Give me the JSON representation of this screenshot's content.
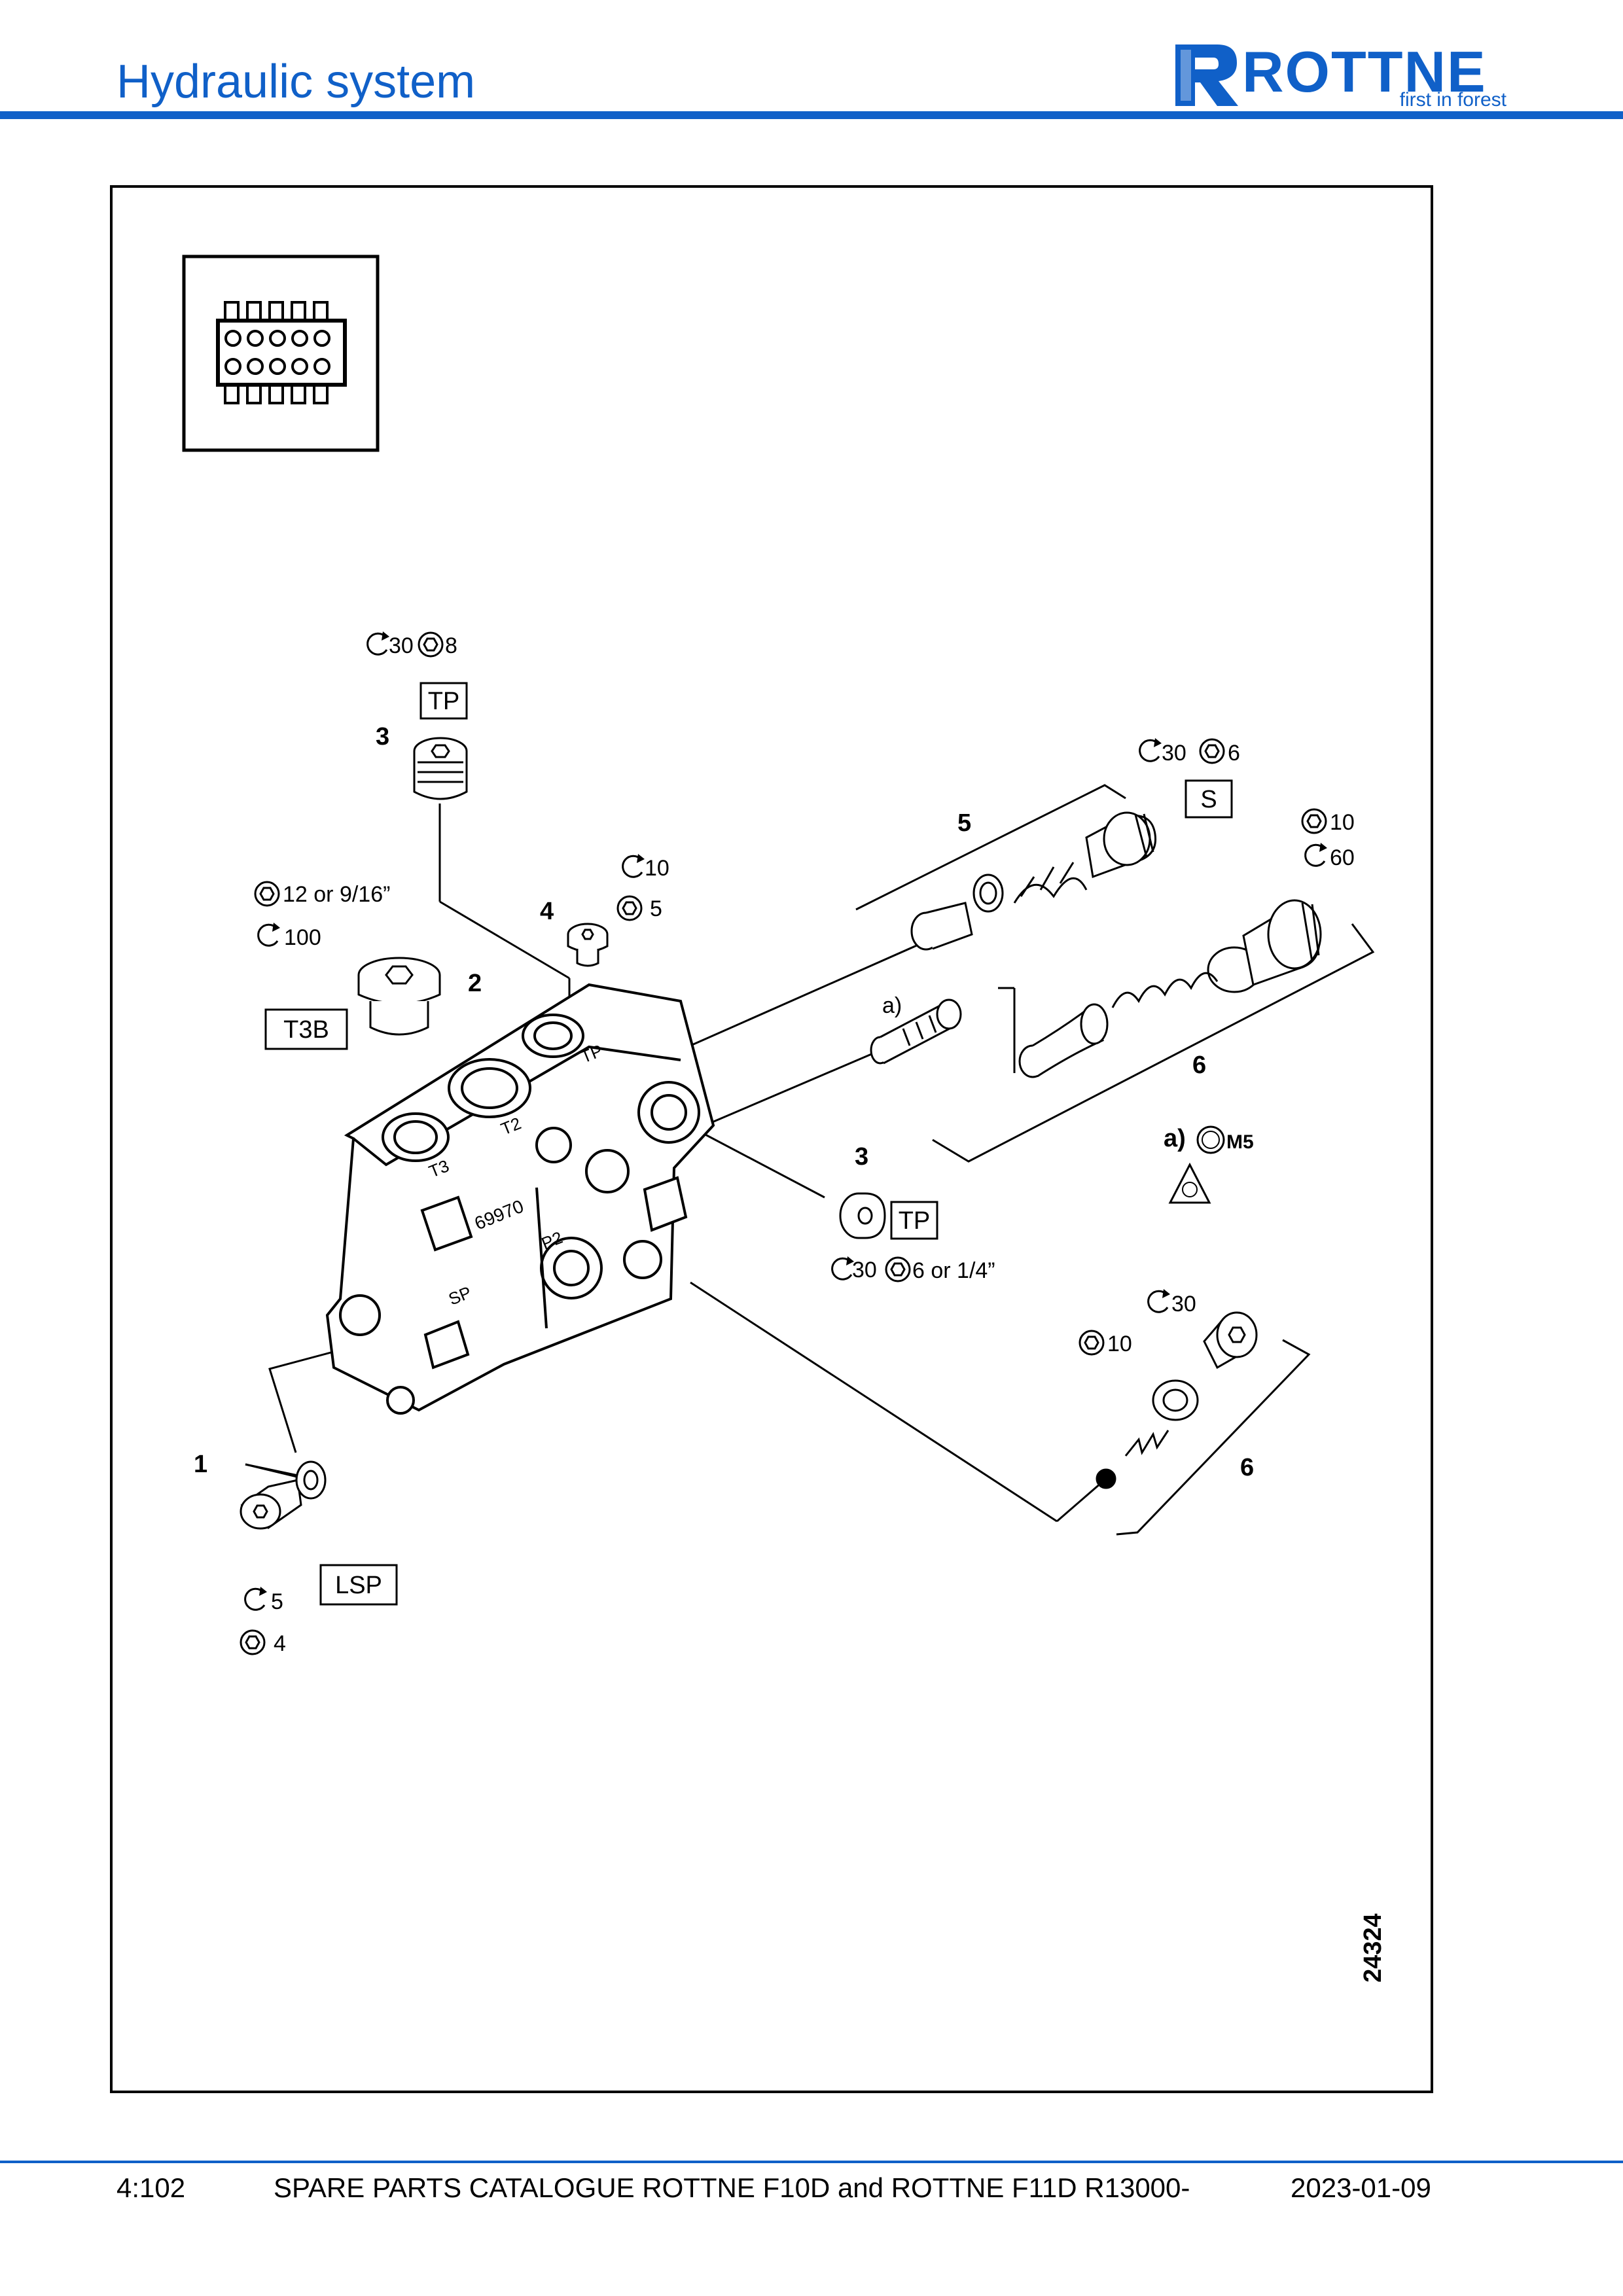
{
  "header": {
    "title": "Hydraulic system",
    "logo_text": "ROTTNE",
    "logo_tagline": "first in forest"
  },
  "colors": {
    "brand": "#1060c8"
  },
  "drawing": {
    "figure_number": "24324",
    "torque_icon": "torque-arrow-icon",
    "hex_icon": "hex-key-icon",
    "labels": {
      "tp_top": "TP",
      "s_box": "S",
      "t3b": "T3B",
      "tp_right": "TP",
      "lsp": "LSP",
      "a_paren": "a)",
      "a_m5_prefix": "a)",
      "m5": "M5",
      "port_tp": "TP",
      "port_t2": "T2",
      "port_t3": "T3",
      "port_p2": "P2",
      "port_sp": "SP",
      "body_number": "69970"
    },
    "callouts": {
      "item1": "1",
      "item2": "2",
      "item3_top": "3",
      "item3_right": "3",
      "item4": "4",
      "item5": "5",
      "item6_upper": "6",
      "item6_lower": "6"
    },
    "specs": {
      "tp_top_torque": "30",
      "tp_top_hex": "8",
      "s_torque": "30",
      "s_hex": "6",
      "item6_hex": "10",
      "item6_torque": "60",
      "item4_torque": "10",
      "item4_hex": "5",
      "item2_hex": "12 or 9/16”",
      "item2_torque": "100",
      "tp_right_torque": "30",
      "tp_right_hex": "6 or 1/4”",
      "item6b_torque": "30",
      "item6b_hex": "10",
      "lsp_torque": "5",
      "lsp_hex": "4"
    }
  },
  "footer": {
    "page": "4:102",
    "title": "SPARE PARTS CATALOGUE ROTTNE F10D and ROTTNE F11D R13000-",
    "date": "2023-01-09"
  }
}
